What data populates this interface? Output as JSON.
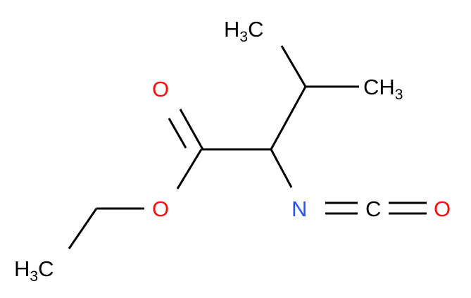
{
  "molecule": {
    "atoms": {
      "methyl_top": {
        "main": "H",
        "sub": "3",
        "tail": "C"
      },
      "methyl_right": {
        "main": "CH",
        "sub": "3",
        "tail": ""
      },
      "methyl_ethyl": {
        "main": "H",
        "sub": "3",
        "tail": "C"
      },
      "carbonyl_o": {
        "main": "O"
      },
      "ester_o": {
        "main": "O"
      },
      "isocyanate_n": {
        "main": "N"
      },
      "isocyanate_c": {
        "main": "C"
      },
      "isocyanate_o": {
        "main": "O"
      }
    },
    "colors": {
      "carbon": "#000000",
      "oxygen": "#ff0d0d",
      "nitrogen": "#3050f8",
      "bond": "#000000"
    }
  }
}
